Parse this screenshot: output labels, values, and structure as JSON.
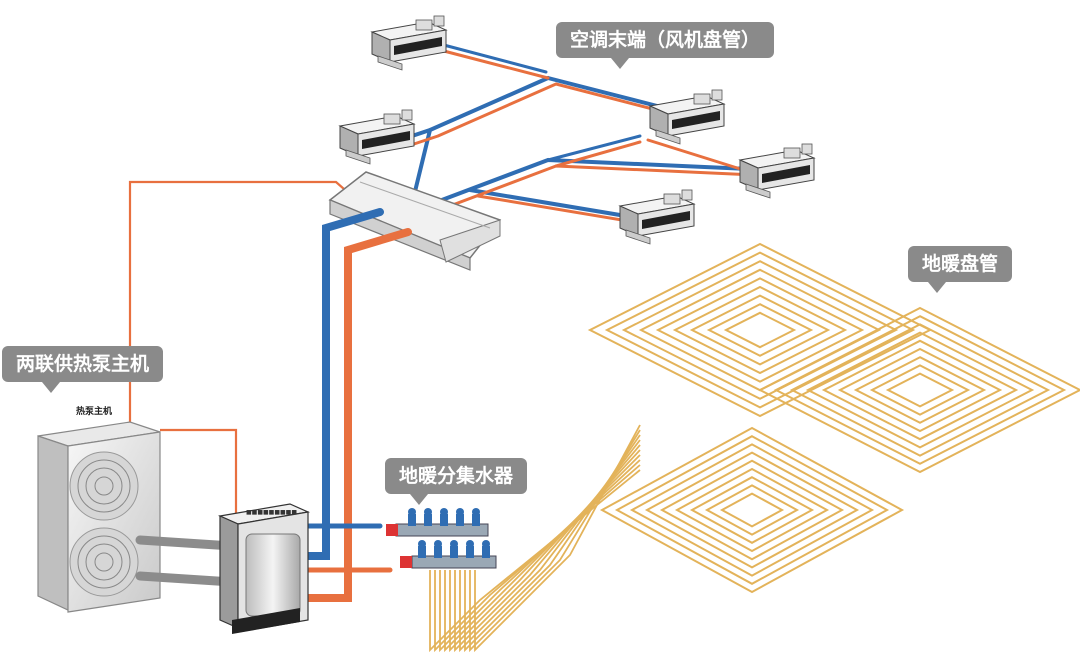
{
  "labels": {
    "fan_coil": "空调末端（风机盘管）",
    "floor_coil": "地暖盘管",
    "heat_pump_unit": "两联供热泵主机",
    "floor_manifold": "地暖分集水器",
    "unit_plate": "热泵主机"
  },
  "colors": {
    "hot_pipe": "#e8703f",
    "cold_pipe": "#2f6db3",
    "floor_pipe": "#e3b35a",
    "callout_bg": "#8a8a8a",
    "callout_text": "#ffffff"
  },
  "icons": [
    "fan-icon",
    "fan-coil-unit-icon",
    "manifold-valve-icon"
  ]
}
